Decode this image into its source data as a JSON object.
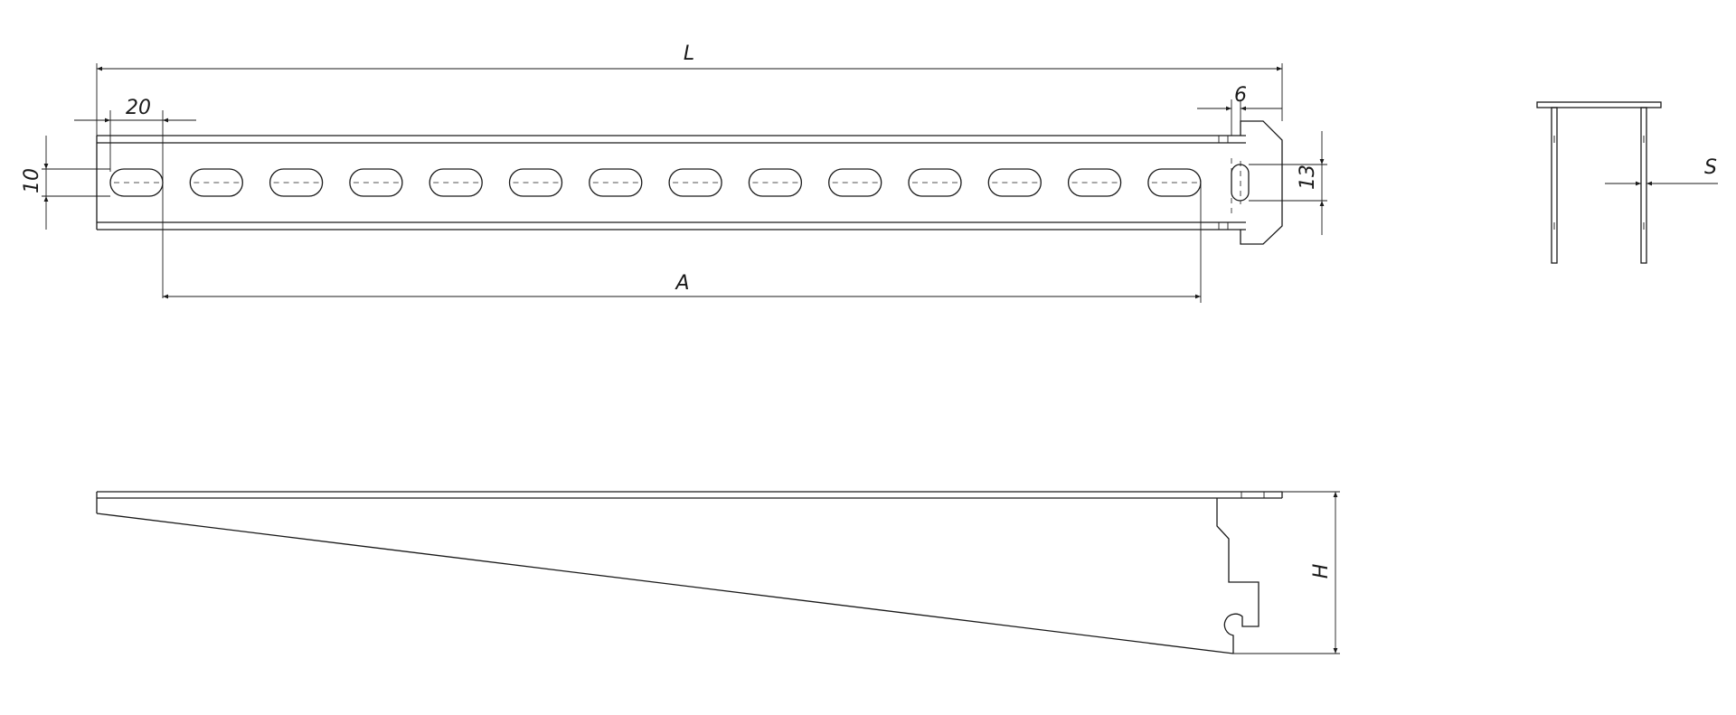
{
  "drawing": {
    "dimensions": {
      "length": "L",
      "hole_pitch": "20",
      "hole_width": "10",
      "end_offset": "6",
      "slot_height": "13",
      "hole_span": "A",
      "thickness": "S",
      "height": "H"
    },
    "slot_count": 14,
    "line_color": "#1a1a1a"
  }
}
